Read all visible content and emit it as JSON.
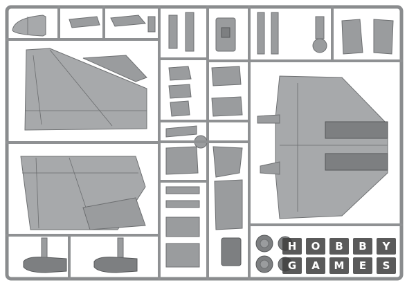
{
  "photo": {
    "background_color": "#ffffff",
    "plastic_color": "#9a9c9e",
    "watermark": {
      "line1": [
        "H",
        "O",
        "B",
        "B",
        "Y"
      ],
      "line2": [
        "G",
        "A",
        "M",
        "E",
        "S"
      ]
    }
  }
}
